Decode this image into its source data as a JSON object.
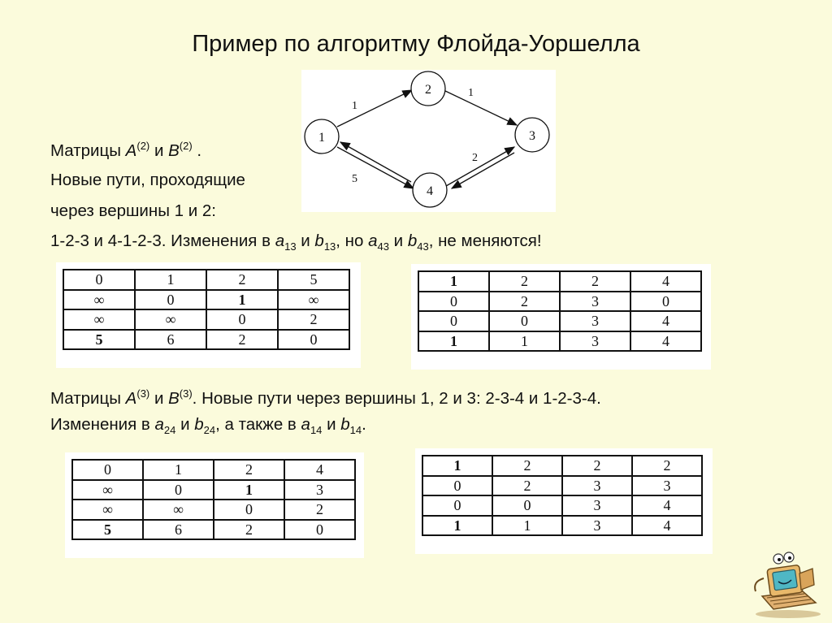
{
  "title": "Пример по алгоритму Флойда-Уоршелла",
  "graph": {
    "nodes": [
      "1",
      "2",
      "3",
      "4"
    ],
    "edge_labels": {
      "e12": "1",
      "e23": "1",
      "e43": "2",
      "e14": "5"
    }
  },
  "text": {
    "l1": {
      "a": "Матрицы ",
      "A": "A",
      "supA": "(2)",
      "mid": " и ",
      "B": "B",
      "supB": "(2)",
      "end": " ."
    },
    "l2": "Новые пути, проходящие",
    "l3": "через вершины 1 и 2:",
    "l4": {
      "t1": "1-2-3 и 4-1-2-3. Изменения в ",
      "a": "a",
      "s1": "13",
      "t2": " и ",
      "b": "b",
      "s2": "13",
      "t3": ", но ",
      "a2": "a",
      "s3": "43",
      "t4": " и ",
      "b2": "b",
      "s4": "43",
      "t5": ", не меняются!"
    },
    "l5": {
      "a": "Матрицы ",
      "A": "A",
      "supA": "(3)",
      "mid": " и ",
      "B": "B",
      "supB": "(3)",
      "end": ". Новые пути через вершины 1, 2 и 3: 2-3-4 и 1-2-3-4."
    },
    "l6": {
      "t1": "Изменения в ",
      "a": "a",
      "s1": "24",
      "t2": " и ",
      "b": "b",
      "s2": "24",
      "t3": ", а также в ",
      "a2": "a",
      "s3": "14",
      "t4": " и ",
      "b2": "b",
      "s4": "14",
      "t5": "."
    }
  },
  "matrices": {
    "A2": [
      [
        "0",
        "1",
        "2",
        "5"
      ],
      [
        "∞",
        "0",
        "1",
        "∞"
      ],
      [
        "∞",
        "∞",
        "0",
        "2"
      ],
      [
        "5",
        "6",
        "2",
        "0"
      ]
    ],
    "B2": [
      [
        "1",
        "2",
        "2",
        "4"
      ],
      [
        "0",
        "2",
        "3",
        "0"
      ],
      [
        "0",
        "0",
        "3",
        "4"
      ],
      [
        "1",
        "1",
        "3",
        "4"
      ]
    ],
    "A3": [
      [
        "0",
        "1",
        "2",
        "4"
      ],
      [
        "∞",
        "0",
        "1",
        "3"
      ],
      [
        "∞",
        "∞",
        "0",
        "2"
      ],
      [
        "5",
        "6",
        "2",
        "0"
      ]
    ],
    "B3": [
      [
        "1",
        "2",
        "2",
        "2"
      ],
      [
        "0",
        "2",
        "3",
        "3"
      ],
      [
        "0",
        "0",
        "3",
        "4"
      ],
      [
        "1",
        "1",
        "3",
        "4"
      ]
    ]
  }
}
